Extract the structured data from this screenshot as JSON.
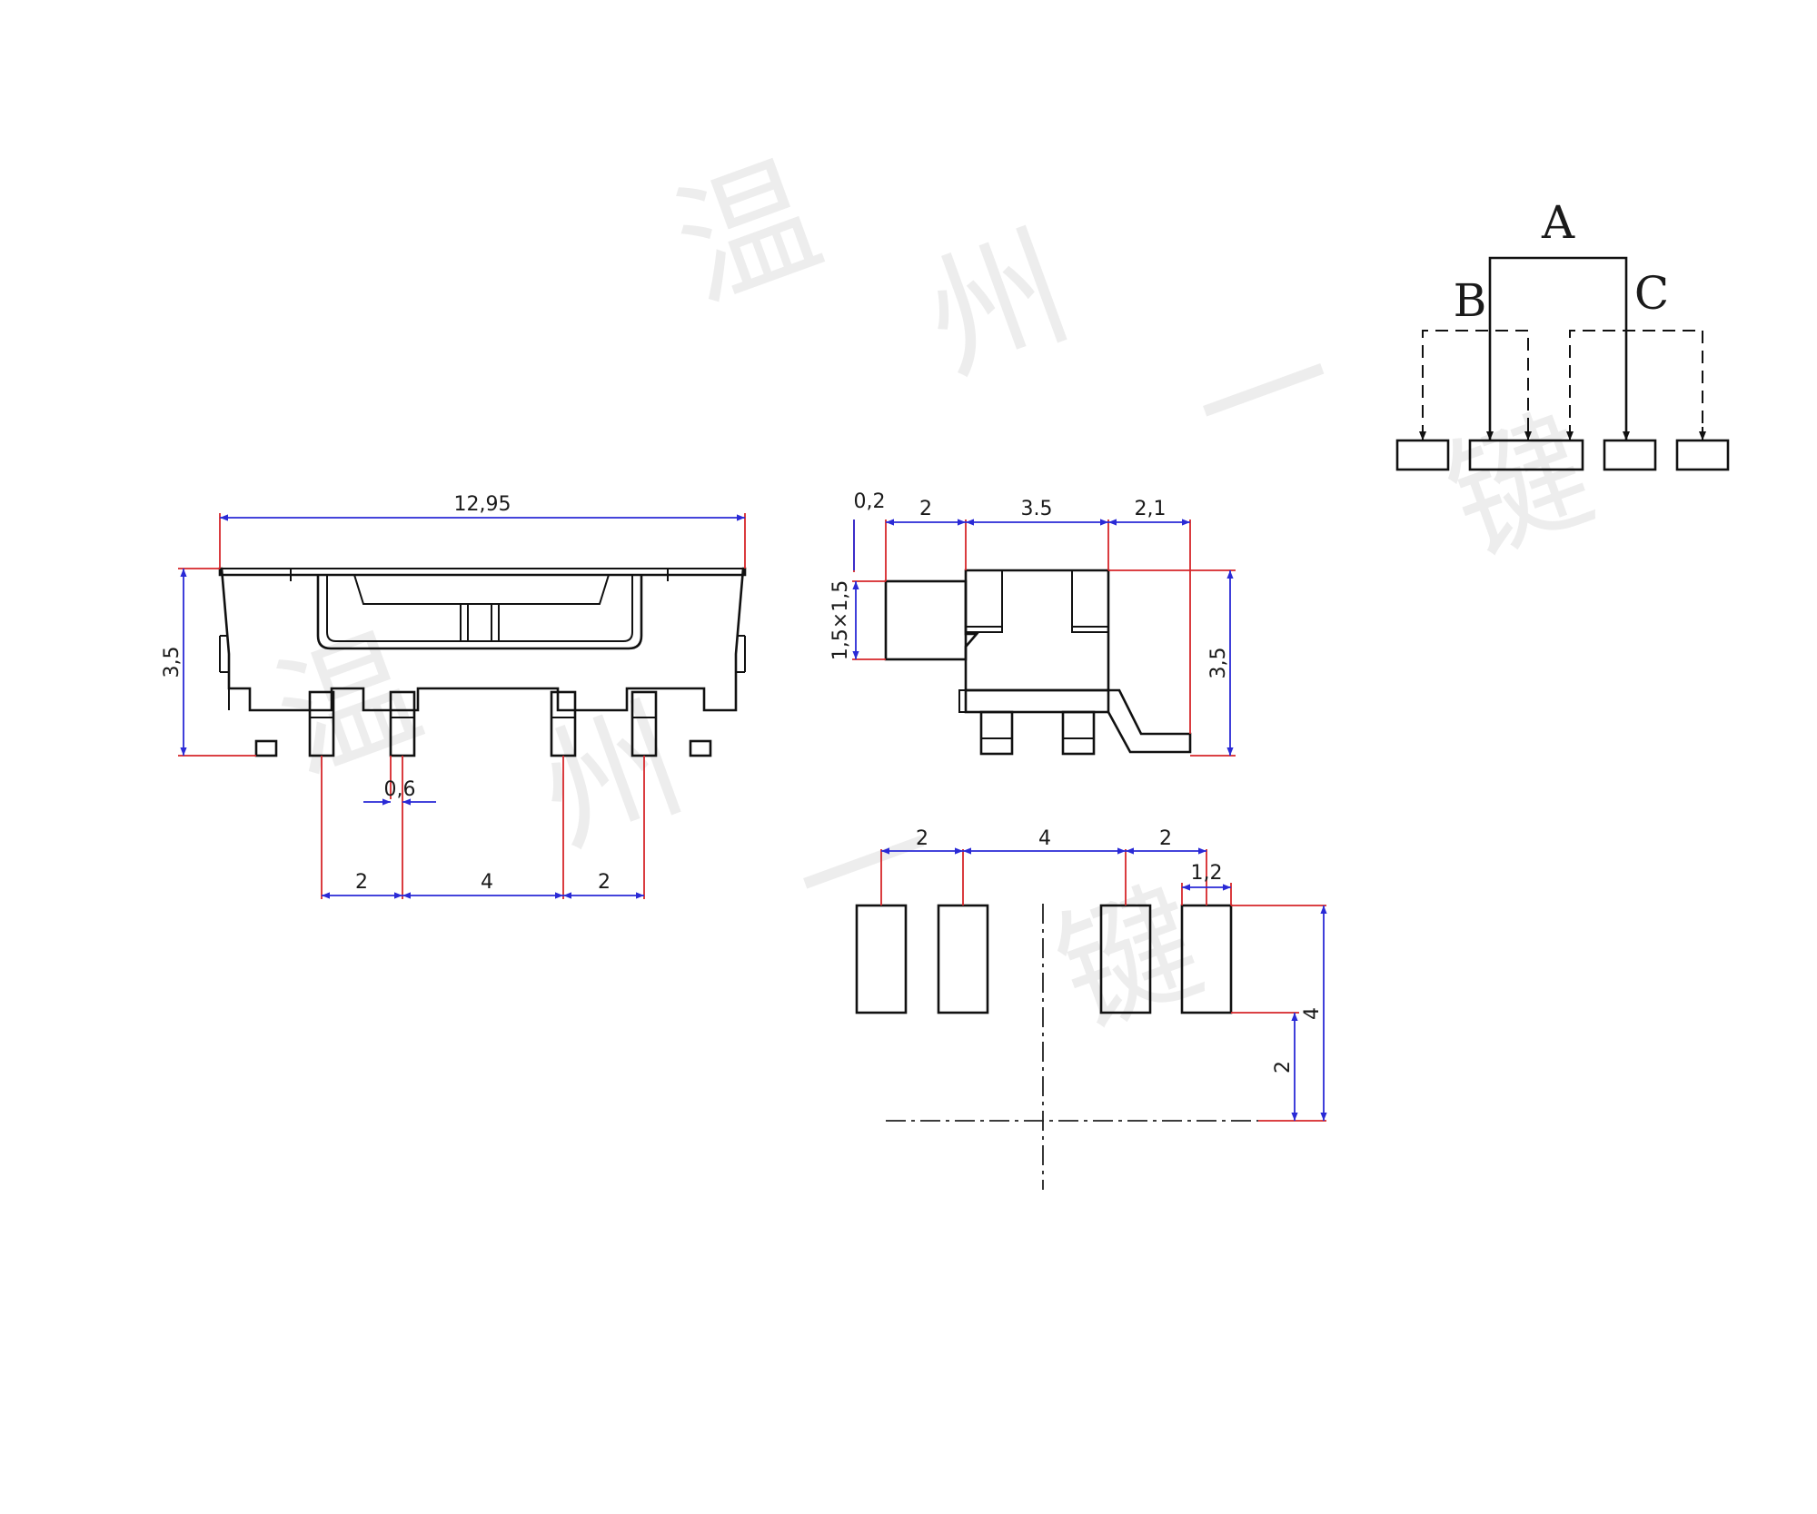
{
  "watermark": {
    "upper": [
      "温",
      "州",
      "一",
      "键"
    ],
    "middle": [
      "温",
      "州",
      "一",
      "键"
    ]
  },
  "front_view": {
    "width": "12,95",
    "height": "3,5",
    "pin_width": "0,6",
    "pitch_left": "2",
    "pitch_mid": "4",
    "pitch_right": "2"
  },
  "side_view": {
    "d_offset": "0,2",
    "d_knob": "2",
    "d_body": "3.5",
    "d_lead": "2,1",
    "knob_size": "1,5×1,5",
    "height": "3,5"
  },
  "pcb_layout": {
    "pitch_left": "2",
    "pitch_mid": "4",
    "pitch_right": "2",
    "pad_width": "1,2",
    "pad_height": "4",
    "offset": "2"
  },
  "schematic": {
    "label_a": "A",
    "label_b": "B",
    "label_c": "C"
  },
  "colors": {
    "outline": "#111111",
    "extension_line": "#d6262a",
    "dimension_line": "#2a2ad6",
    "watermark": "#ededed"
  }
}
